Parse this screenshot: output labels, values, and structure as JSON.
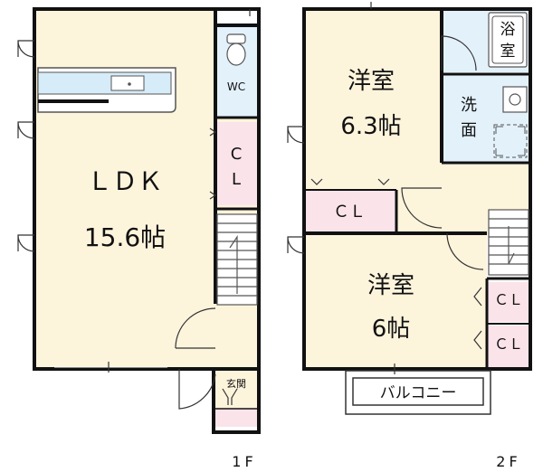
{
  "floor1": {
    "label": "1F",
    "ldk_name": "ＬＤＫ",
    "ldk_size": "15.6帖",
    "wc": "WC",
    "closet_c": "C",
    "closet_l": "L",
    "entrance": "玄関"
  },
  "floor2": {
    "label": "2F",
    "room_a_name": "洋室",
    "room_a_size": "6.3帖",
    "room_b_name": "洋室",
    "room_b_size": "6帖",
    "closet": "ＣＬ",
    "bath_1": "浴",
    "bath_2": "室",
    "wash_1": "洗",
    "wash_2": "面",
    "balcony": "バルコニー"
  },
  "colors": {
    "floor": "#fdf4dc",
    "closet": "#fbe3ea",
    "wet": "#e3f1fb",
    "wall": "#111111"
  }
}
